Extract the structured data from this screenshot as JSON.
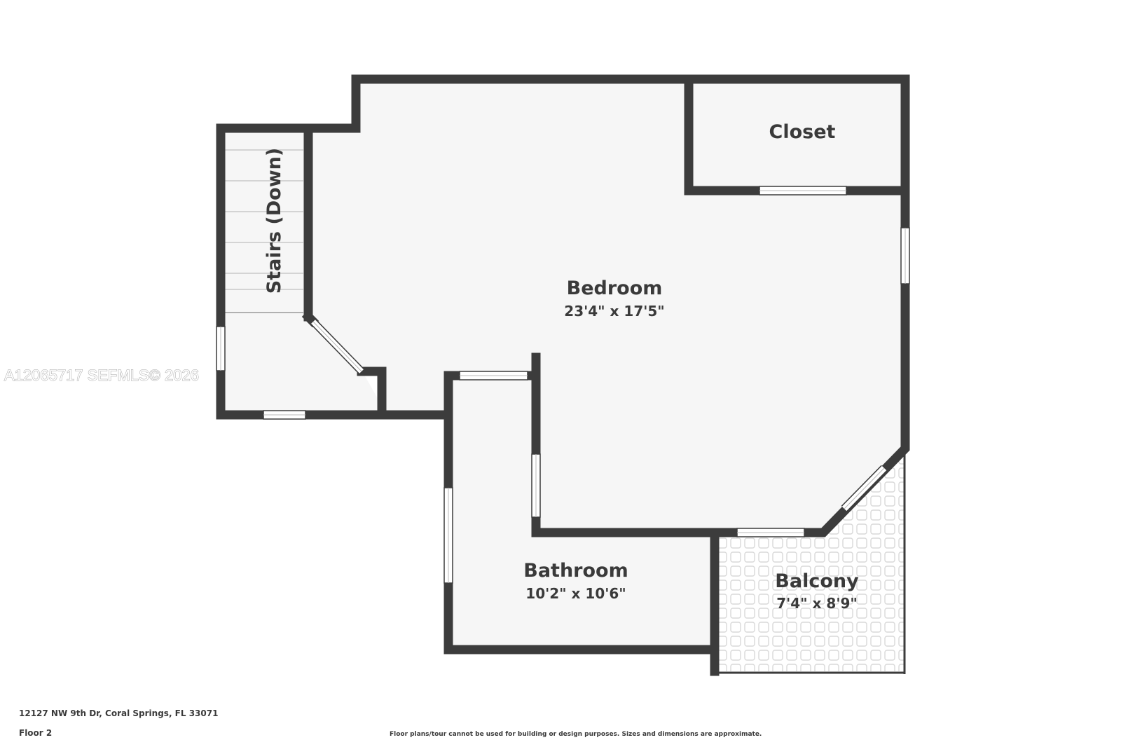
{
  "plan": {
    "rooms": {
      "bedroom": {
        "name": "Bedroom",
        "dims": "23'4\" x 17'5\""
      },
      "closet": {
        "name": "Closet"
      },
      "stairs": {
        "name": "Stairs (Down)"
      },
      "bathroom": {
        "name": "Bathroom",
        "dims": "10'2\" x 10'6\""
      },
      "balcony": {
        "name": "Balcony",
        "dims": "7'4\" x 8'9\""
      }
    },
    "watermark": "A12065717  SEFMLS© 2026",
    "colors": {
      "wall": "#3c3c3c",
      "floor": "#f6f6f6",
      "balcony_tile": "#d9d9d9"
    }
  },
  "footer": {
    "address": "12127 NW 9th Dr, Coral Springs, FL 33071",
    "floor": "Floor 2",
    "disclaimer": "Floor plans/tour cannot be used for building or design purposes. Sizes and dimensions are approximate."
  }
}
